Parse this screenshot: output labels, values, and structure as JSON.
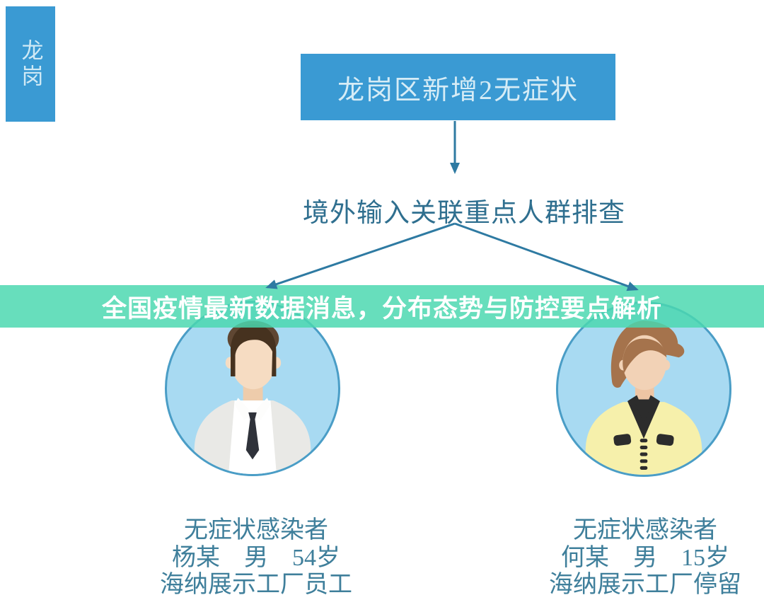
{
  "region_badge": {
    "text": "龙岗"
  },
  "header_box": {
    "text": "龙岗区新增2无症状"
  },
  "flow": {
    "screening_label": "境外输入关联重点人群排查"
  },
  "banner": {
    "title": "全国疫情最新数据消息，分布态势与防控要点解析"
  },
  "cases": [
    {
      "avatar_icon": "male-office-worker-avatar",
      "lines": [
        "无症状感染者",
        "杨某　男　54岁",
        "海纳展示工厂员工"
      ]
    },
    {
      "avatar_icon": "teen-boy-yellow-jacket-avatar",
      "lines": [
        "无症状感染者",
        "何某　男　15岁",
        "海纳展示工厂停留"
      ]
    }
  ],
  "colors": {
    "box_blue": "#3a9ad3",
    "box_text": "#d6ecf6",
    "flow_line": "#2e7aa2",
    "flow_text": "#2f6f8f",
    "banner_green": "#5edbb2",
    "banner_text": "#ffffff",
    "caption_text": "#3f7f9b",
    "circle_fill": "#a8daf2",
    "circle_border": "#4a9dc6"
  }
}
